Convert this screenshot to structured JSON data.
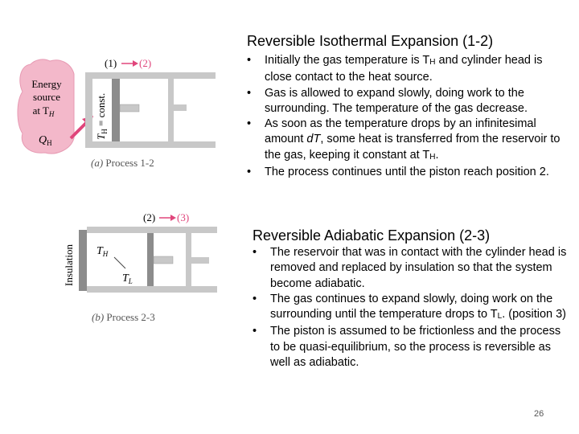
{
  "slide": {
    "page_number": "26",
    "section1": {
      "title": "Reversible Isothermal Expansion (1-2)",
      "bullets": [
        {
          "segments": [
            {
              "t": "Initially the gas temperature is T"
            },
            {
              "t": "H",
              "sub": true
            },
            {
              "t": " and cylinder head is close contact to the heat source."
            }
          ]
        },
        {
          "segments": [
            {
              "t": "Gas is allowed to expand slowly, doing work to the surrounding. The temperature of the gas decrease."
            }
          ]
        },
        {
          "segments": [
            {
              "t": "As soon as the temperature drops by an infinitesimal amount "
            },
            {
              "t": "dT",
              "italic": true
            },
            {
              "t": ", some heat is transferred from the reservoir to the gas, keeping it constant at T"
            },
            {
              "t": "H",
              "sub": true
            },
            {
              "t": "."
            }
          ]
        },
        {
          "segments": [
            {
              "t": "The process continues until the piston reach position 2."
            }
          ]
        }
      ]
    },
    "section2": {
      "title": "Reversible Adiabatic Expansion (2-3)",
      "bullets": [
        {
          "segments": [
            {
              "t": "The reservoir that was  in contact with the cylinder head  is removed and replaced by insulation so that the system become adiabatic."
            }
          ]
        },
        {
          "segments": [
            {
              "t": "The gas continues to expand slowly, doing work on the surrounding until the temperature drops to T"
            },
            {
              "t": "L",
              "sub": true
            },
            {
              "t": ". (position 3)"
            }
          ]
        },
        {
          "segments": [
            {
              "t": "The piston is assumed to be frictionless and the process to be quasi-equilibrium, so the process is reversible as well as adiabatic."
            }
          ]
        }
      ]
    },
    "figure1": {
      "pos_left": "(1)",
      "pos_right": "(2)",
      "source_line1": "Energy",
      "source_line2": "source",
      "source_line3": "at T",
      "source_sub": "H",
      "heat": "Q",
      "heat_sub": "H",
      "const_label": "T",
      "const_sub": "H",
      "const_suffix": " = const.",
      "caption_letter": "(a)",
      "caption": " Process 1-2"
    },
    "figure2": {
      "pos_left": "(2)",
      "pos_right": "(3)",
      "insulation": "Insulation",
      "th": "T",
      "th_sub": "H",
      "tl": "T",
      "tl_sub": "L",
      "caption_letter": "(b)",
      "caption": " Process 2-3"
    },
    "colors": {
      "accent_pink": "#e0457b",
      "source_blob": "#f3b8ca",
      "cylinder_gray": "#c8c8c8",
      "piston_gray": "#8c8c8c"
    }
  }
}
